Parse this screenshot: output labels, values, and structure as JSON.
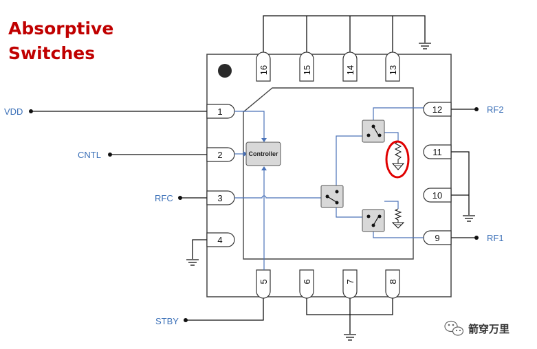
{
  "title": {
    "line1": "Absorptive",
    "line2": "Switches"
  },
  "controller_label": "Controller",
  "pins": {
    "p1": "1",
    "p2": "2",
    "p3": "3",
    "p4": "4",
    "p5": "5",
    "p6": "6",
    "p7": "7",
    "p8": "8",
    "p9": "9",
    "p10": "10",
    "p11": "11",
    "p12": "12",
    "p13": "13",
    "p14": "14",
    "p15": "15",
    "p16": "16"
  },
  "signals": {
    "vdd": "VDD",
    "cntl": "CNTL",
    "rfc": "RFC",
    "stby": "STBY",
    "rf1": "RF1",
    "rf2": "RF2"
  },
  "watermark": "箭穿万里",
  "colors": {
    "title": "#c00000",
    "signal": "#3a6fb7",
    "highlight": "#e00000"
  }
}
